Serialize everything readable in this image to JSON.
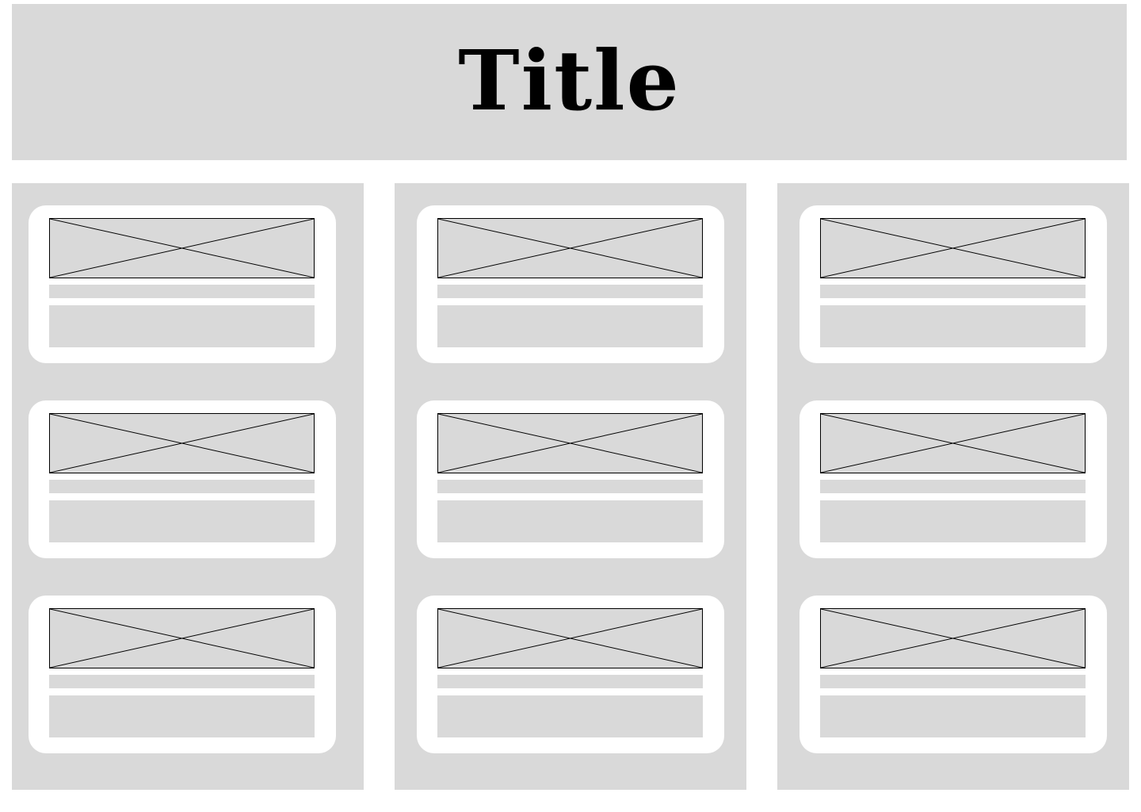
{
  "header": {
    "title": "Title"
  },
  "colors": {
    "placeholder": "#d9d9d9",
    "background": "#ffffff",
    "stroke": "#000000"
  },
  "columns": [
    {
      "cards": [
        "image-placeholder",
        "image-placeholder",
        "image-placeholder"
      ]
    },
    {
      "cards": [
        "image-placeholder",
        "image-placeholder",
        "image-placeholder"
      ]
    },
    {
      "cards": [
        "image-placeholder",
        "image-placeholder",
        "image-placeholder"
      ]
    }
  ]
}
